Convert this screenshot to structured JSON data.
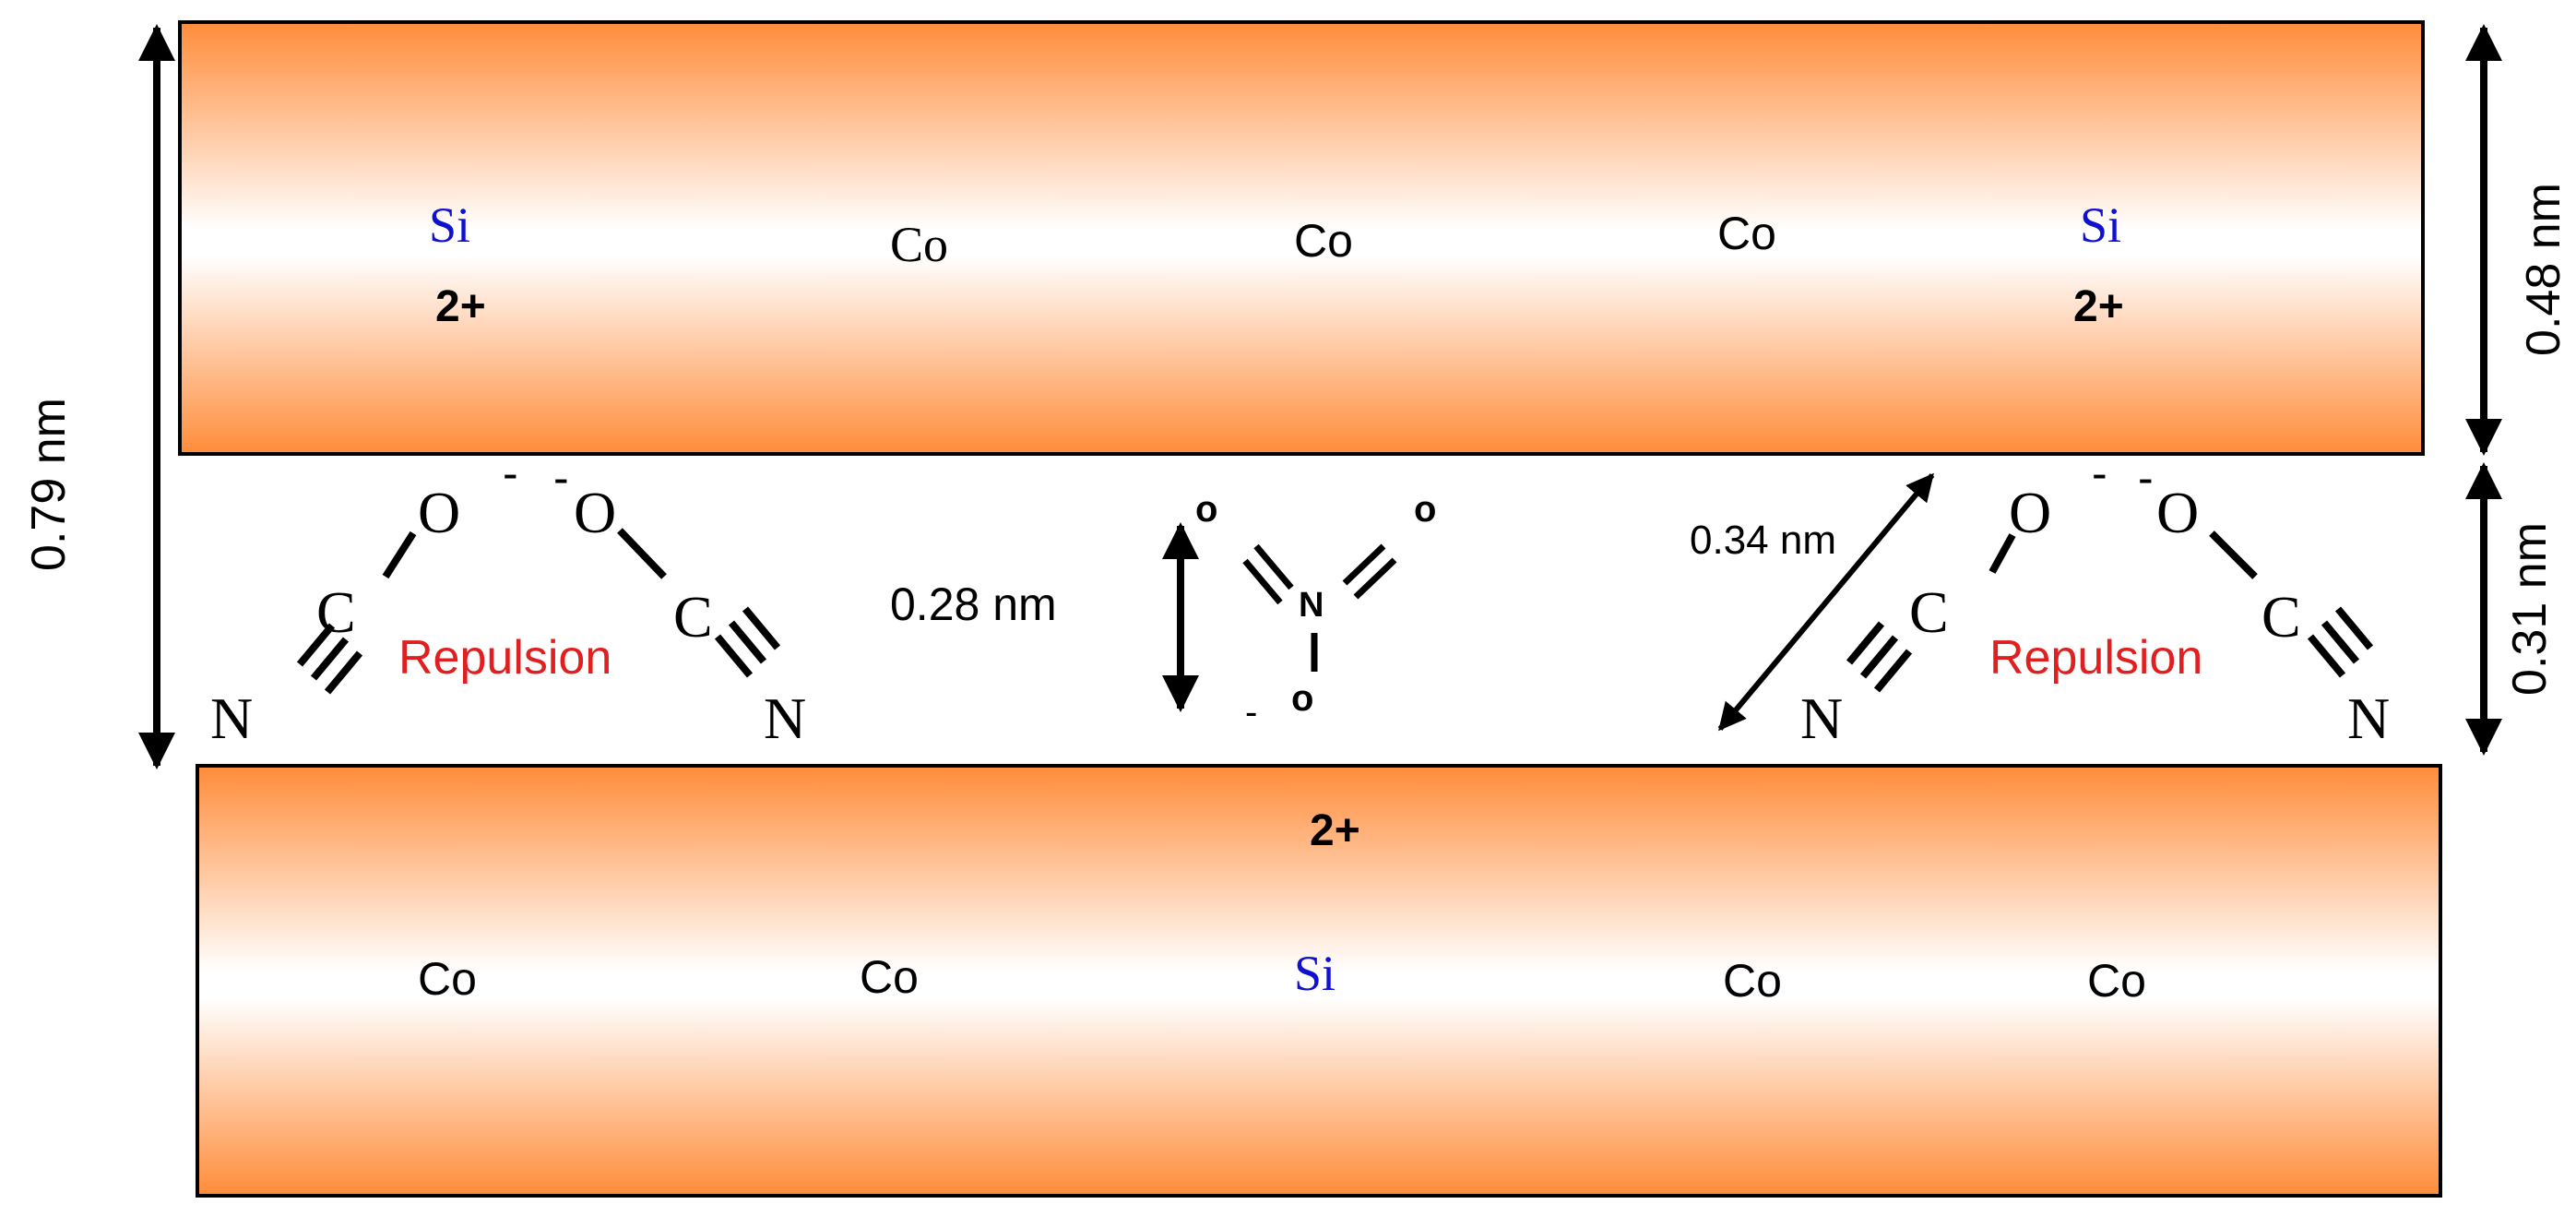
{
  "colors": {
    "layer_orange": "#ff8c3a",
    "layer_white": "#ffffff",
    "si": "#1010d0",
    "repulsion": "#e02020",
    "ink": "#000000"
  },
  "top_layer": {
    "si_left": "Si",
    "charge_left": "2+",
    "co1": "Co",
    "co2": "Co",
    "co3": "Co",
    "si_right": "Si",
    "charge_right": "2+"
  },
  "bottom_layer": {
    "charge": "2+",
    "co1": "Co",
    "co2": "Co",
    "si": "Si",
    "co3": "Co",
    "co4": "Co"
  },
  "dimensions": {
    "total": "0.79 nm",
    "layer": "0.48 nm",
    "gallery": "0.31 nm",
    "nitrate": "0.28 nm",
    "cyanate": "0.34 nm"
  },
  "cyanate_left": {
    "o1": "O",
    "o2": "O",
    "c1": "C",
    "c2": "C",
    "n1": "N",
    "n2": "N",
    "charge1": "-",
    "charge2": "-",
    "label": "Repulsion"
  },
  "cyanate_right": {
    "o1": "O",
    "o2": "O",
    "c1": "C",
    "c2": "C",
    "n1": "N",
    "n2": "N",
    "charge1": "-",
    "charge2": "-",
    "label": "Repulsion"
  },
  "nitrate": {
    "o_left": "o",
    "o_right": "o",
    "n": "N",
    "o_bottom": "o",
    "charge": "-"
  }
}
